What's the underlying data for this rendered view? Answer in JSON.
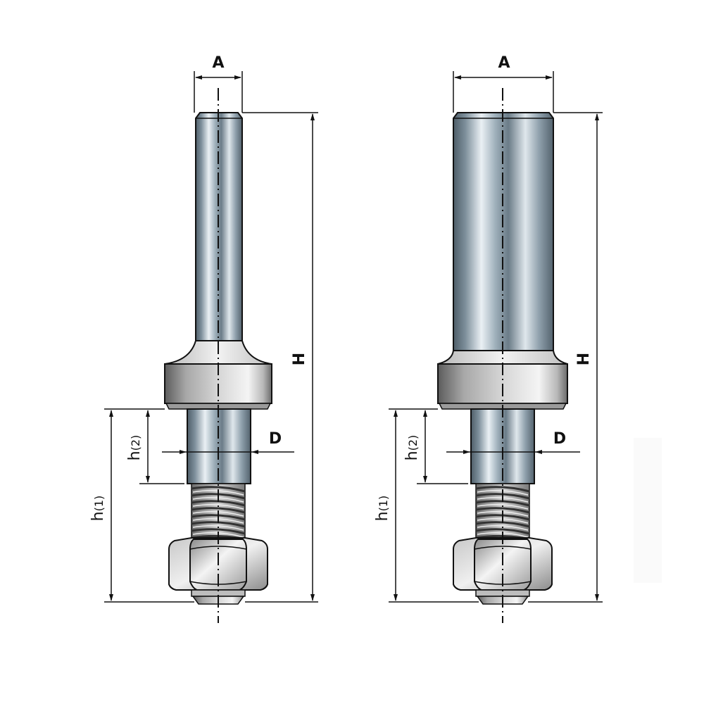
{
  "diagram": {
    "title": "",
    "type": "technical dimension drawing",
    "subject": "threaded locating pin / bolt with collar and hex nut",
    "parts": [
      {
        "id": "slim-pin",
        "position": "left",
        "labels": {
          "width_top": "A",
          "overall_height": "H",
          "shank_diameter": "D",
          "h2": "h(2)",
          "h1": "h(1)"
        }
      },
      {
        "id": "wide-pin",
        "position": "right",
        "labels": {
          "width_top": "A",
          "overall_height": "H",
          "shank_diameter": "D",
          "h2": "h(2)",
          "h1": "h(1)"
        }
      }
    ],
    "components": [
      "cylindrical pin body",
      "collar / flange",
      "plain shank",
      "threaded section",
      "hex nut",
      "washer"
    ],
    "colors": {
      "steel_dark": "#5a6a75",
      "steel_mid": "#98a8b4",
      "steel_light": "#e8eef2",
      "collar_dark": "#6e6e6e",
      "collar_light": "#efefef",
      "nut_light": "#f0f0f0",
      "nut_dark": "#9a9a9a",
      "line": "#111111"
    }
  },
  "left": {
    "A": "A",
    "H": "H",
    "D": "D",
    "h2_main": "h",
    "h2_sub": "(2)",
    "h1_main": "h",
    "h1_sub": "(1)"
  },
  "right": {
    "A": "A",
    "H": "H",
    "D": "D",
    "h2_main": "h",
    "h2_sub": "(2)",
    "h1_main": "h",
    "h1_sub": "(1)"
  }
}
